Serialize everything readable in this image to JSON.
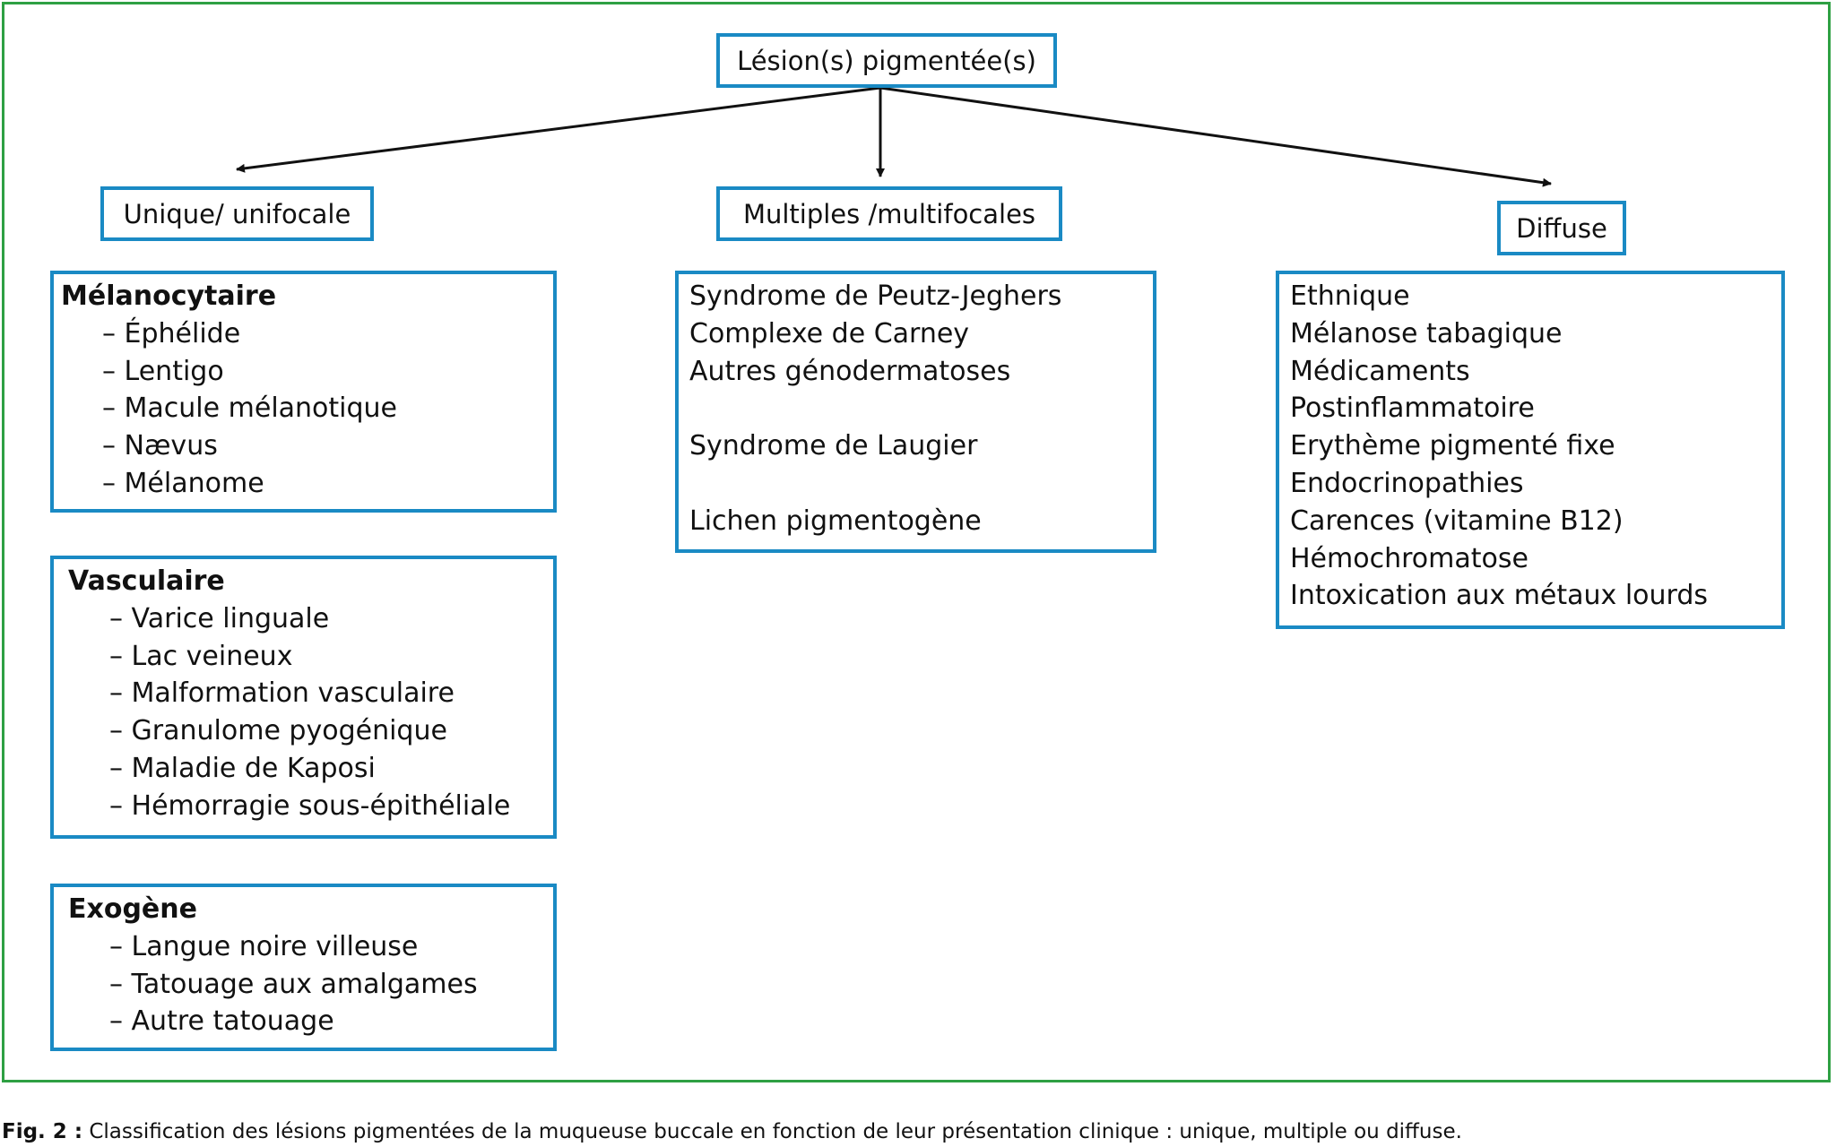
{
  "root": {
    "label": "Lésion(s) pigmentée(s)"
  },
  "categories": [
    {
      "label": "Unique/ unifocale"
    },
    {
      "label": "Multiples /multifocales"
    },
    {
      "label": "Diffuse"
    }
  ],
  "unique_groups": [
    {
      "title": "Mélanocytaire",
      "items": [
        "– Éphélide",
        "– Lentigo",
        "– Macule mélanotique",
        "– Nævus",
        "– Mélanome"
      ]
    },
    {
      "title": "Vasculaire",
      "items": [
        "– Varice linguale",
        "– Lac veineux",
        "– Malformation vasculaire",
        "– Granulome pyogénique",
        "– Maladie de Kaposi",
        "– Hémorragie sous-épithéliale"
      ]
    },
    {
      "title": "Exogène",
      "items": [
        "– Langue noire villeuse",
        "– Tatouage aux amalgames",
        "– Autre tatouage"
      ]
    }
  ],
  "multiples": [
    "Syndrome de Peutz-Jeghers",
    "Complexe de Carney",
    "Autres génodermatoses",
    "",
    "Syndrome de Laugier",
    "",
    "Lichen pigmentogène"
  ],
  "diffuse": [
    "Ethnique",
    "Mélanose tabagique",
    "Médicaments",
    "Postinflammatoire",
    "Erythème pigmenté fixe",
    "Endocrinopathies",
    "Carences (vitamine B12)",
    "Hémochromatose",
    "Intoxication aux métaux lourds"
  ],
  "caption": {
    "label": "Fig. 2 :",
    "text": "Classification des lésions pigmentées de la muqueuse buccale en fonction de leur présentation clinique : unique, multiple ou diffuse."
  },
  "colors": {
    "frame": "#2ea043",
    "box_border": "#1a8ac4",
    "arrow": "#111111"
  }
}
